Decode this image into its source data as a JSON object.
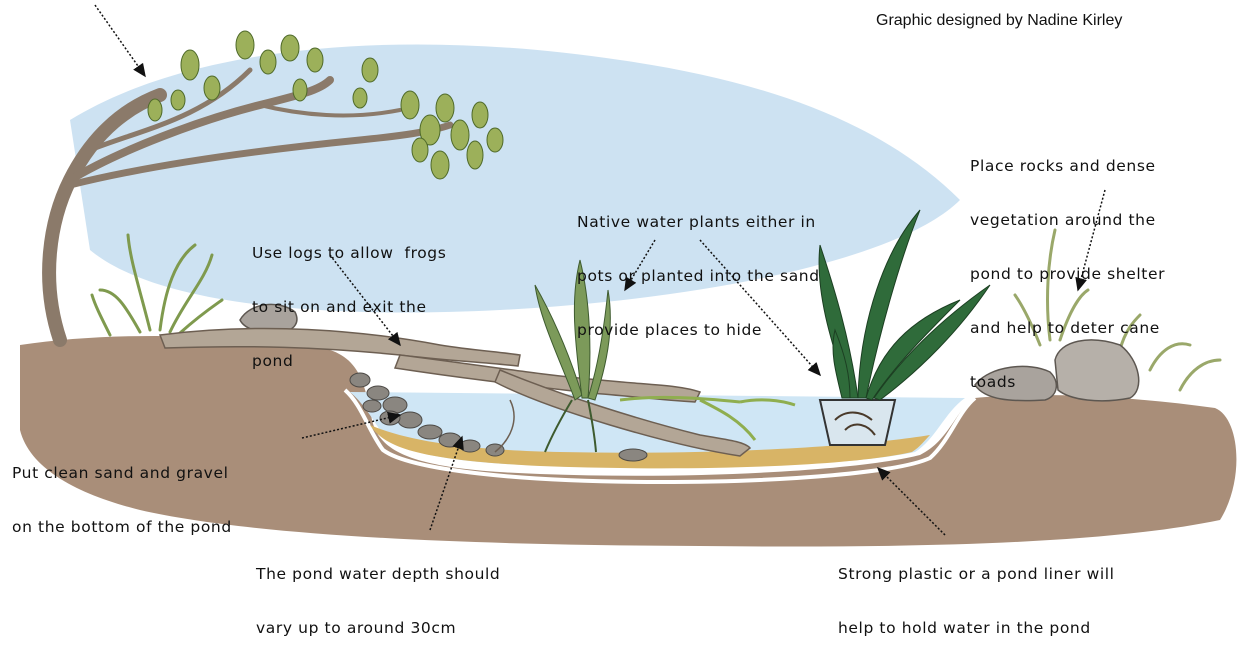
{
  "credit": "Graphic designed by Nadine Kirley",
  "annotations": {
    "logs": [
      "Use logs to allow  frogs",
      "to sit on and exit the",
      "pond"
    ],
    "plants": [
      "Native water plants either in",
      "pots or planted into the sand",
      "provide places to hide"
    ],
    "rocks": [
      "Place rocks and dense",
      "vegetation around the",
      "pond to provide shelter",
      "and help to deter cane",
      "toads"
    ],
    "sand": [
      "Put clean sand and gravel",
      "on the bottom of the pond"
    ],
    "depth": [
      "The pond water depth should",
      "vary up to around 30cm"
    ],
    "liner": [
      "Strong plastic or a pond liner will",
      "help to hold water in the pond"
    ]
  },
  "colors": {
    "sky": "#bcd8ee",
    "water": "#cfe6f5",
    "soil": "#9a7a62",
    "sand": "#d8b466",
    "bark": "#8b7a6a",
    "leaf_light": "#9cb05a",
    "leaf_dark": "#2f6b3a",
    "rock": "#a9a39d"
  }
}
